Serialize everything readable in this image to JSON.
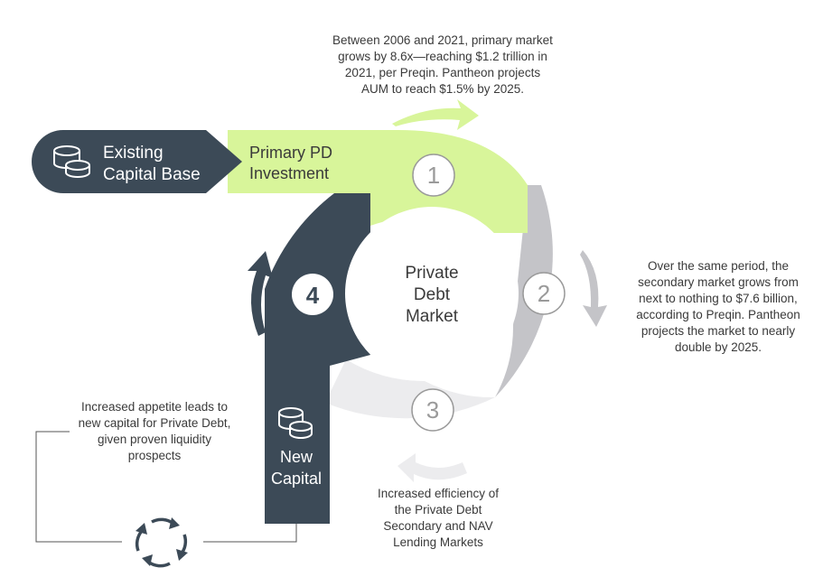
{
  "colors": {
    "dark": "#3c4a57",
    "green": "#d8f59a",
    "grey": "#c4c4c8",
    "light_grey": "#ececee",
    "text": "#3a3a3a",
    "white": "#ffffff"
  },
  "existing_capital": {
    "line1": "Existing",
    "line2": "Capital Base",
    "icon": "coins-icon"
  },
  "primary": {
    "line1": "Primary PD",
    "line2": "Investment"
  },
  "center": {
    "line1": "Private",
    "line2": "Debt",
    "line3": "Market"
  },
  "steps": {
    "s1": "1",
    "s2": "2",
    "s3": "3",
    "s4": "4"
  },
  "new_capital": {
    "line1": "New",
    "line2": "Capital",
    "icon": "coins-icon"
  },
  "callouts": {
    "top": [
      "Between 2006 and 2021, primary market",
      "grows by 8.6x—reaching $1.2 trillion in",
      "2021, per Preqin. Pantheon projects",
      "AUM to reach $1.5% by 2025."
    ],
    "right": [
      "Over the same period, the",
      "secondary market grows from",
      "next to nothing to $7.6 billion,",
      "according to Preqin. Pantheon",
      "projects the market to nearly",
      "double by 2025."
    ],
    "bottom": [
      "Increased efficiency of",
      "the Private Debt",
      "Secondary and NAV",
      "Lending Markets"
    ],
    "left": [
      "Increased appetite leads to",
      "new capital for Private Debt,",
      "given proven liquidity",
      "prospects"
    ]
  },
  "cycle_icon": "cycle-arrows-icon"
}
